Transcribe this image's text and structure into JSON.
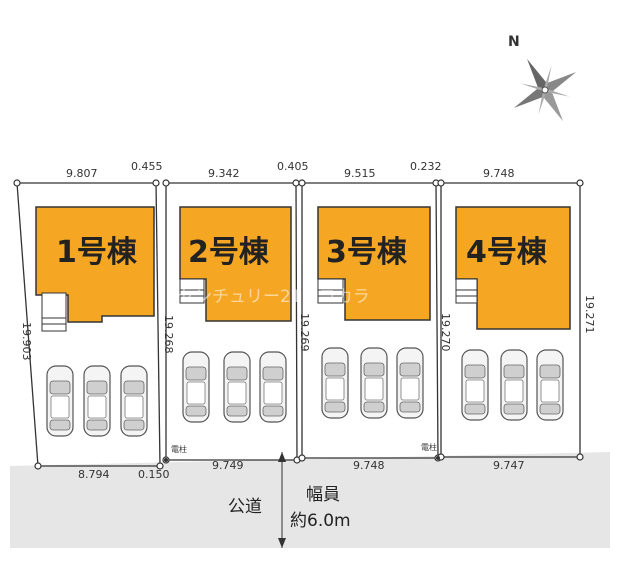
{
  "compass": {
    "north_label": "N",
    "icon": "compass-rose-icon"
  },
  "buildings": [
    {
      "label": "1号棟"
    },
    {
      "label": "2号棟"
    },
    {
      "label": "3号棟"
    },
    {
      "label": "4号棟"
    }
  ],
  "dimensions": {
    "top": [
      "9.807",
      "0.455",
      "9.342",
      "0.405",
      "9.515",
      "0.232",
      "9.748"
    ],
    "bottom": [
      "8.794",
      "0.150",
      "9.749",
      "9.748",
      "9.747"
    ],
    "side": [
      "19.903",
      "19.268",
      "19.269",
      "19.270",
      "19.271"
    ]
  },
  "poles": [
    "電柱",
    "電柱"
  ],
  "road": {
    "label": "公道",
    "width_title": "幅員",
    "width_value": "約6.0m"
  },
  "watermark": "センチュリー21ココカラ",
  "colors": {
    "building": "#F5A623",
    "road": "#E6E6E6",
    "line": "#333333"
  }
}
